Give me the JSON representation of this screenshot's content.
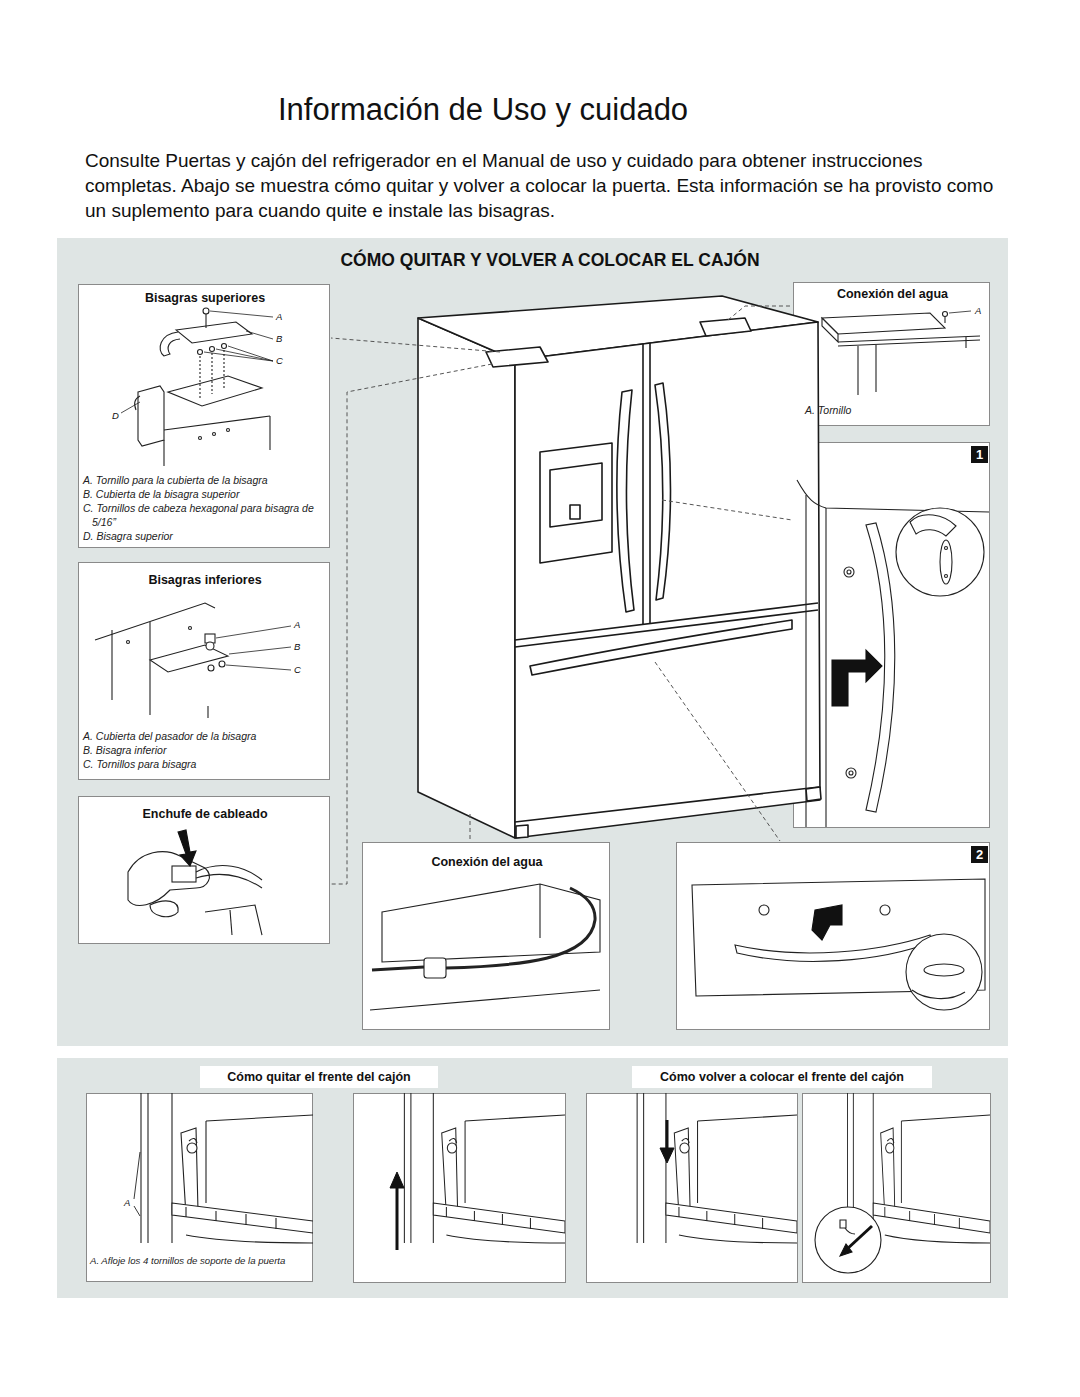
{
  "diagram": {
    "title": "Información de Uso y cuidado",
    "nodes": [
      {
        "text": [
          "CÓMO QUITAR Y VOLVER A COLOCAR EL CAJÓN"
        ]
      },
      {
        "text": [
          "Bisagras superiores",
          "A. Tornillo para la cubierta de la bisagra",
          "B. Cubierta de la bisagra superior",
          "C. Tornillos de cabeza hexagonal para bisagra de 5/16”",
          "D. Bisagra superior"
        ],
        "in": 0
      },
      {
        "text": [
          "Bisagras inferiores",
          "A. Cubierta del pasador de la bisagra",
          "B. Bisagra inferior",
          "C. Tornillos para bisagra"
        ],
        "in": 0
      },
      {
        "text": [
          "Enchufe de cableado"
        ],
        "in": 0
      },
      {
        "text": [
          "Conexión del agua",
          "A. Tornillo"
        ],
        "in": 0
      },
      {
        "text": [
          "1"
        ],
        "in": 0
      },
      {
        "text": [
          "Conexión del agua"
        ],
        "in": 0
      },
      {
        "text": [
          "2"
        ],
        "in": 0
      },
      {
        "text": [
          "Cómo quitar el frente del cajón",
          "Cómo volver a colocar el frente del cajón"
        ]
      },
      {
        "text": [
          "A. Afloje los 4 tornillos de soporte de la puerta"
        ],
        "in": 8
      }
    ],
    "labels": [
      "Consulte Puertas y cajón del refrigerador en el Manual de uso y cuidado para obtener instrucciones completas. Abajo se muestra cómo quitar y volver a colocar la puerta. Esta información se ha provisto como un suplemento para cuando quite e instale las bisagras.",
      "A",
      "B",
      "C",
      "D",
      "A",
      "B",
      "C",
      "A",
      "A"
    ]
  }
}
